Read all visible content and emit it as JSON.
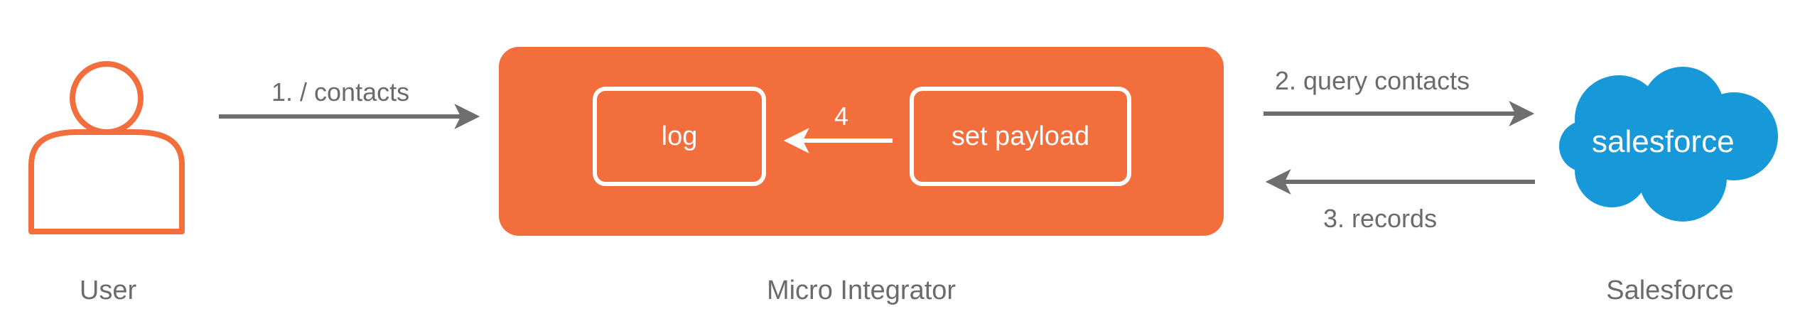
{
  "colors": {
    "accent": "#F26E3C",
    "arrow": "#6E6E6E",
    "text": "#6B6B6B",
    "salesforce_blue": "#1798D8",
    "white": "#FFFFFF"
  },
  "nodes": {
    "user": {
      "label": "User",
      "icon": "user-icon"
    },
    "micro_integrator": {
      "label": "Micro Integrator",
      "mediators": {
        "log": "log",
        "set_payload": "set payload"
      },
      "internal_step": "4"
    },
    "salesforce": {
      "label": "Salesforce",
      "logo_text": "salesforce",
      "icon": "salesforce-cloud-logo"
    }
  },
  "edges": {
    "request": "1. / contacts",
    "query": "2. query contacts",
    "response": "3. records"
  }
}
